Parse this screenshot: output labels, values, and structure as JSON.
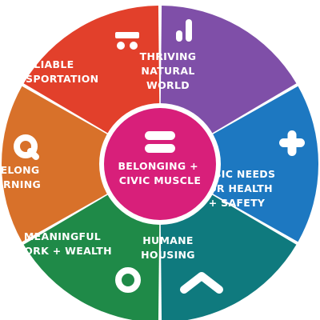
{
  "segments": [
    {
      "key": "transportation",
      "label_lines": [
        "RELIABLE",
        "TRANSPORTATION"
      ],
      "color": "#e2402b",
      "icon": "bus-icon"
    },
    {
      "key": "natural-world",
      "label_lines": [
        "THRIVING",
        "NATURAL",
        "WORLD"
      ],
      "color": "#7f4fa8",
      "icon": "bar-chart-icon"
    },
    {
      "key": "basic-needs",
      "label_lines": [
        "BASIC NEEDS",
        "FOR HEALTH",
        "+ SAFETY"
      ],
      "color": "#1d78c1",
      "icon": "plus-icon"
    },
    {
      "key": "housing",
      "label_lines": [
        "HUMANE",
        "HOUSING"
      ],
      "color": "#0f7a7e",
      "icon": "roof-icon"
    },
    {
      "key": "work-wealth",
      "label_lines": [
        "MEANINGFUL",
        "WORK + WEALTH"
      ],
      "color": "#1f8a48",
      "icon": "ring-icon"
    },
    {
      "key": "learning",
      "label_lines": [
        "LIFELONG",
        "LEARNING"
      ],
      "color": "#d8712a",
      "icon": "magnifier-icon"
    }
  ],
  "center": {
    "label_lines": [
      "BELONGING +",
      "CIVIC MUSCLE"
    ],
    "color": "#d81f7a",
    "icon": "equals-icon"
  }
}
